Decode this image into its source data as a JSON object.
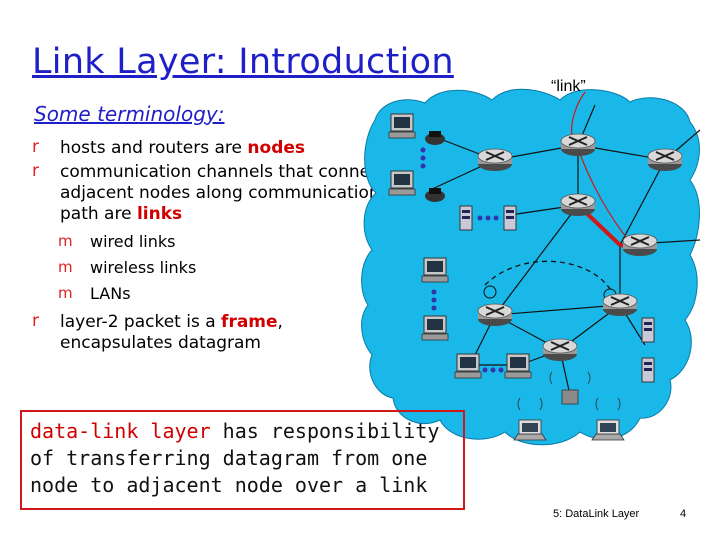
{
  "slide": {
    "title": "Link Layer: Introduction",
    "subtitle": "Some terminology:",
    "bullets": {
      "b1_text": "hosts and routers are ",
      "b1_red": "nodes",
      "b2_text": "communication channels that connect adjacent nodes along communication path are ",
      "b2_red": "links",
      "sub": [
        "wired links",
        "wireless links",
        "LANs"
      ],
      "b3_text": "layer-2 packet is a ",
      "b3_red": "frame",
      "b3_rest": ", encapsulates datagram"
    },
    "definition": {
      "red_part": "data-link layer",
      "rest": " has responsibility of transferring datagram from one node to adjacent node over a link"
    },
    "diagram_label": "“link”",
    "footer": "5: DataLink Layer",
    "page_number": "4"
  },
  "colors": {
    "title": "#1f1fc8",
    "emphasis": "#d10000",
    "cloud": "#19b8e8",
    "link_highlight": "#d01818"
  }
}
